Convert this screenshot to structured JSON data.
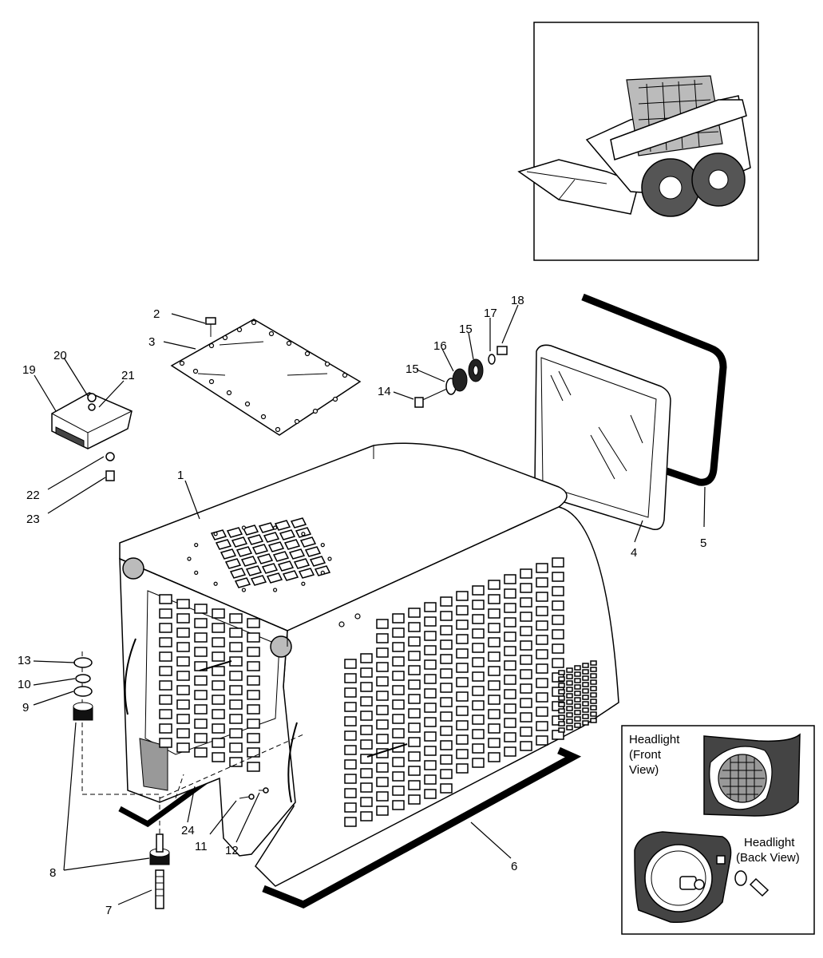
{
  "callouts": {
    "c1": "1",
    "c2": "2",
    "c3": "3",
    "c4": "4",
    "c5": "5",
    "c6": "6",
    "c7": "7",
    "c8": "8",
    "c9": "9",
    "c10": "10",
    "c11": "11",
    "c12": "12",
    "c13": "13",
    "c14": "14",
    "c15a": "15",
    "c15b": "15",
    "c16": "16",
    "c17": "17",
    "c18": "18",
    "c19": "19",
    "c20": "20",
    "c21": "21",
    "c22": "22",
    "c23": "23",
    "c24": "24"
  },
  "inset": {
    "front_line1": "Headlight",
    "front_line2": "(Front",
    "front_line3": "View)",
    "back_line1": "Headlight",
    "back_line2": "(Back View)"
  },
  "icons": {
    "machine": "skid-steer-loader-icon",
    "headlight_front": "headlight-front-icon",
    "headlight_back": "headlight-back-icon"
  }
}
